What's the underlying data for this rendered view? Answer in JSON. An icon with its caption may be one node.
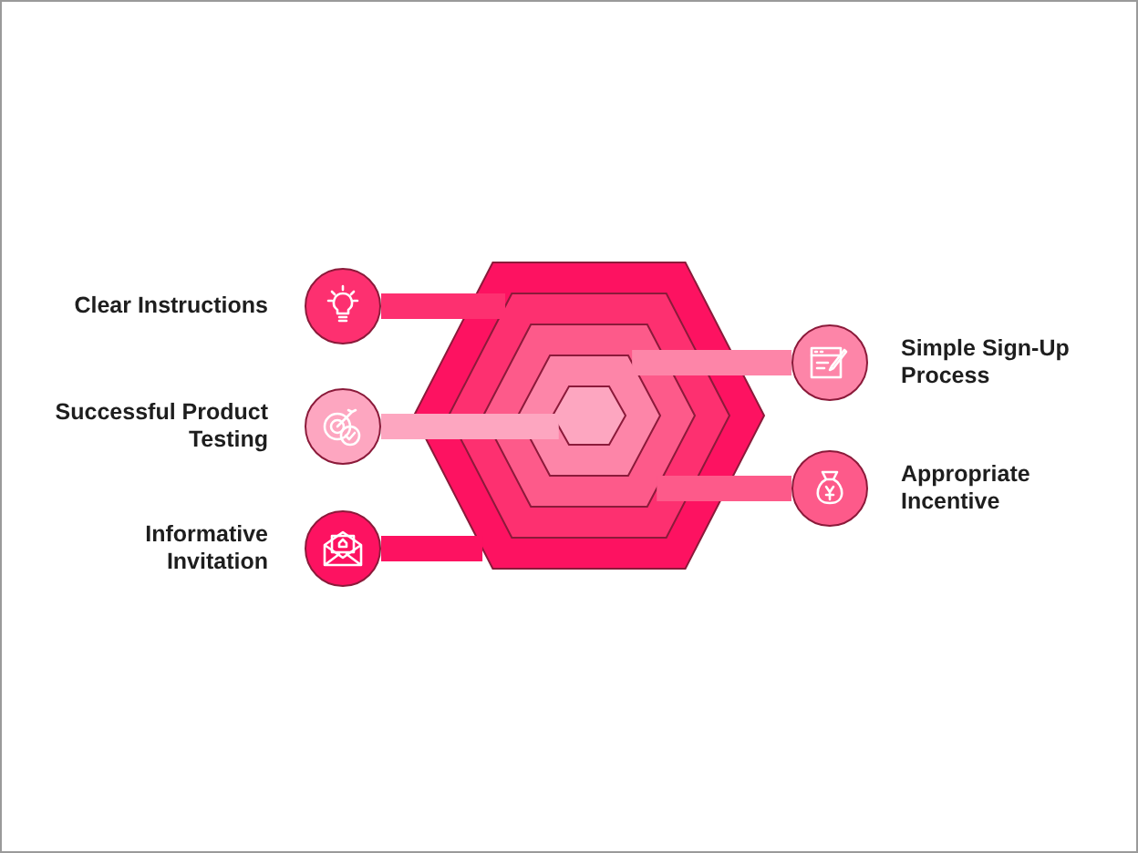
{
  "diagram": {
    "nodes": [
      {
        "text": [],
        "shape": "hexagon"
      },
      {
        "text": [],
        "shape": "hexagon",
        "in": 0
      },
      {
        "text": [],
        "shape": "hexagon",
        "in": 1
      },
      {
        "text": [],
        "shape": "hexagon",
        "in": 2
      },
      {
        "text": [],
        "shape": "hexagon",
        "in": 3
      },
      {
        "text": [
          "Clear Instructions"
        ]
      },
      {
        "text": [
          "Simple Sign-Up Process"
        ]
      },
      {
        "text": [
          "Successful Product Testing"
        ]
      },
      {
        "text": [
          "Appropriate Incentive"
        ]
      },
      {
        "text": [
          "Informative Invitation"
        ]
      }
    ],
    "edges": [
      {
        "from": 5,
        "to": 1,
        "arrow": "none",
        "color": "#fd3070"
      },
      {
        "from": 3,
        "to": 6,
        "arrow": "none",
        "color": "#fd85a8"
      },
      {
        "from": 7,
        "to": 4,
        "arrow": "none",
        "color": "#fda6c0"
      },
      {
        "from": 2,
        "to": 8,
        "arrow": "none",
        "color": "#fd5a8a"
      },
      {
        "from": 9,
        "to": 0,
        "arrow": "none",
        "color": "#fd1261"
      }
    ]
  }
}
